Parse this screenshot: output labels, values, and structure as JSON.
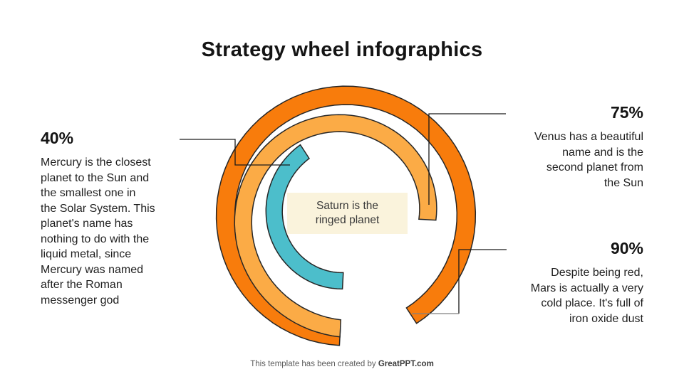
{
  "title": "Strategy wheel infographics",
  "chart_data": {
    "type": "radial-arc",
    "title": "Strategy wheel infographics",
    "center_label": "Saturn is the\nringed planet",
    "start_angle_deg": 183,
    "direction": "clockwise-from-bottom",
    "series": [
      {
        "name": "Mars",
        "value": 90,
        "label": "90%",
        "color": "#F87C0C"
      },
      {
        "name": "Venus",
        "value": 75,
        "label": "75%",
        "color": "#FBAB46"
      },
      {
        "name": "Mercury",
        "value": 40,
        "label": "40%",
        "color": "#4CBECB"
      }
    ],
    "outline_color": "#262626"
  },
  "callouts": {
    "mercury": {
      "text": "Mercury is the closest\nplanet to the Sun and\nthe smallest one in\nthe Solar System. This\nplanet's name has\nnothing to do with the\nliquid metal, since\nMercury was named\nafter the Roman\nmessenger god"
    },
    "venus": {
      "text": "Venus has a beautiful\nname and is the\nsecond planet from\nthe Sun"
    },
    "mars": {
      "text": "Despite being red,\nMars is actually a very\ncold place. It's full of\niron oxide dust"
    }
  },
  "center_box": {
    "bg": "#FAF3DC"
  },
  "footer": {
    "prefix": "This template has been created by ",
    "brand": "GreatPPT.com"
  }
}
